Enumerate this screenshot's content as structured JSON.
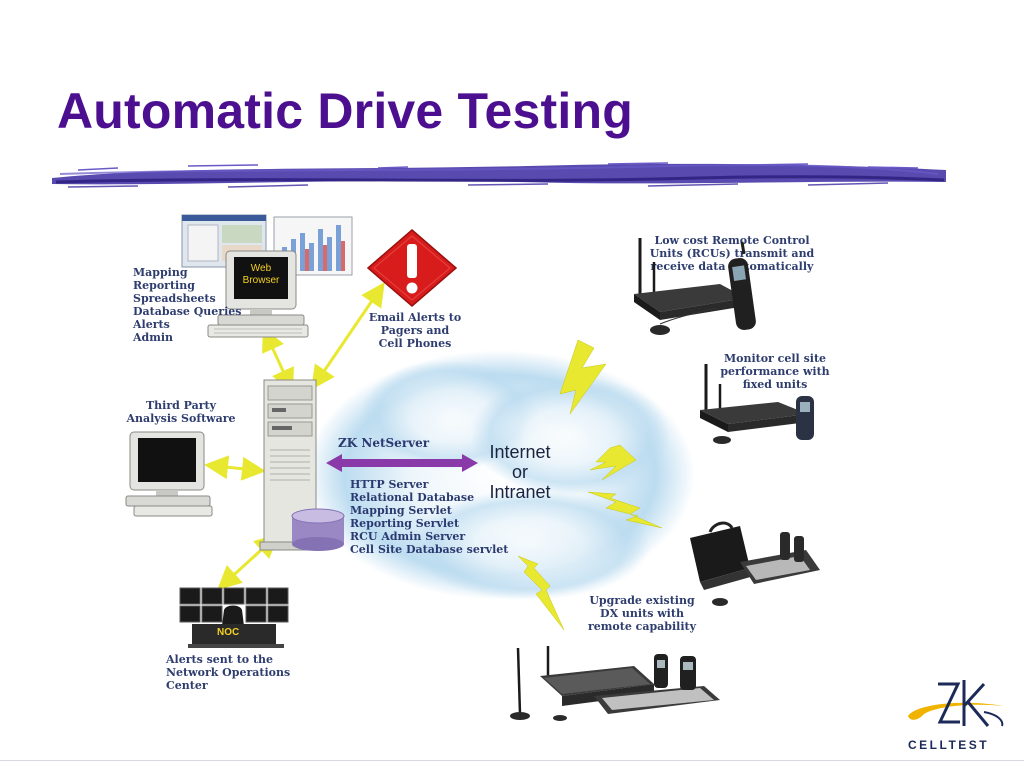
{
  "slide": {
    "title": "Automatic Drive Testing"
  },
  "diagram": {
    "web_browser": {
      "screen_label": "Web\nBrowser",
      "features": "Mapping\nReporting\nSpreadsheets\nDatabase Queries\nAlerts\nAdmin"
    },
    "email_alerts": "Email Alerts to\nPagers and\nCell Phones",
    "third_party": "Third Party\nAnalysis Software",
    "netserver": {
      "name": "ZK NetServer",
      "components": "HTTP Server\nRelational Database\nMapping Servlet\nReporting Servlet\nRCU Admin Server\nCell Site Database servlet"
    },
    "network": "Internet\nor\nIntranet",
    "noc": {
      "screen_label": "NOC",
      "caption": "Alerts sent to the\nNetwork Operations\nCenter"
    },
    "rcu": "Low cost Remote Control\nUnits (RCUs) transmit and\nreceive data automatically",
    "cell_site": "Monitor cell site\nperformance with\nfixed units",
    "upgrade": "Upgrade existing\nDX units with\nremote capability"
  },
  "logo": {
    "mark": "ZK",
    "name": "CELLTEST"
  },
  "colors": {
    "title": "#4b0f8f",
    "underline": "#3b2aa0",
    "label_text": "#2e3d6e",
    "arrow": "#e8e830",
    "netserver_arrow": "#8a3aa8",
    "cloud": "#bcdcf0",
    "logo_gold": "#f0b400",
    "logo_navy": "#1c2a5a"
  }
}
